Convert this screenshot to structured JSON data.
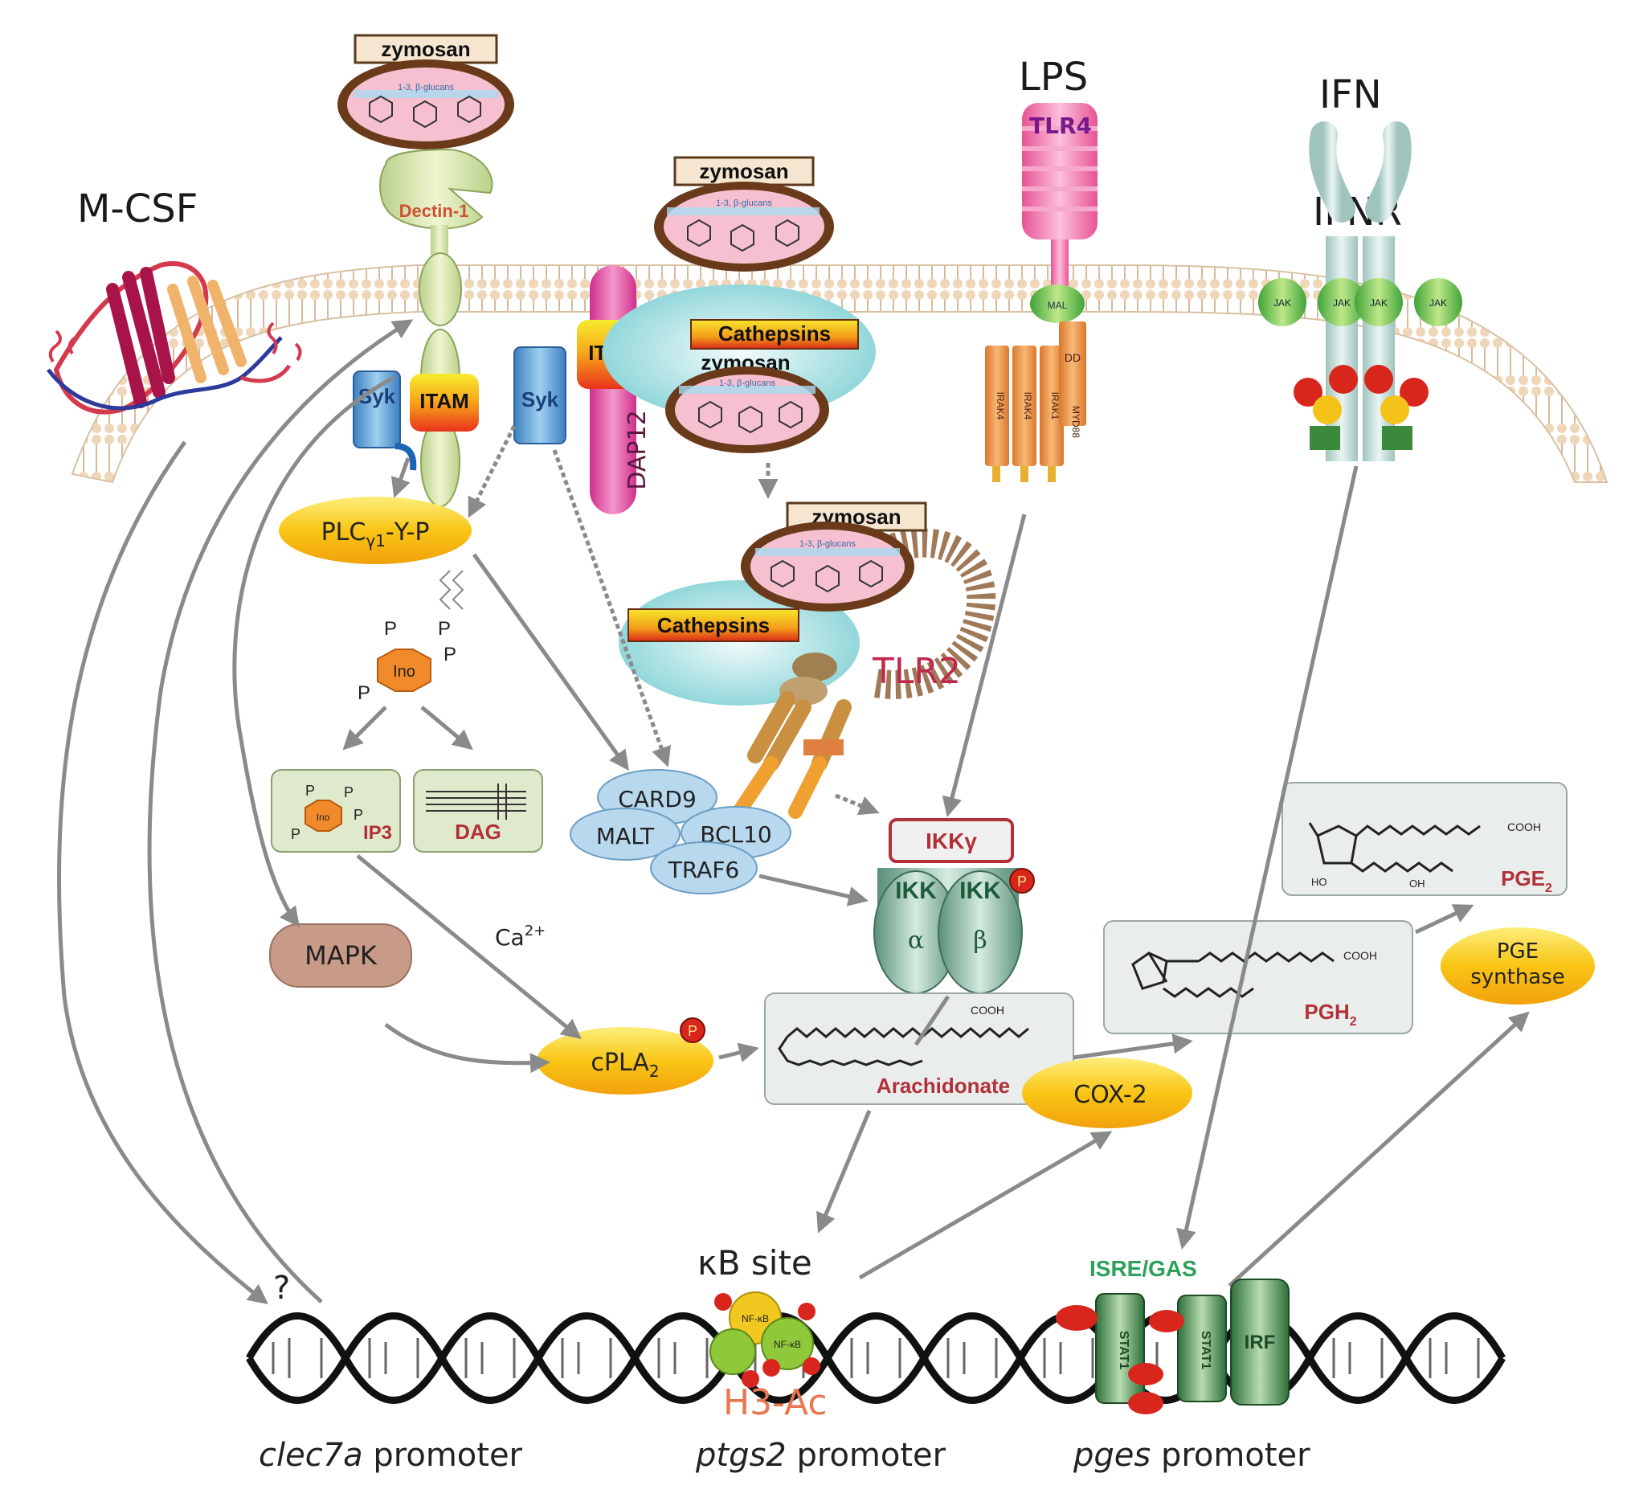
{
  "ligands": {
    "mcsf": "M-CSF",
    "lps": "LPS",
    "ifn": "IFN",
    "zymosan": "zymosan",
    "beta_glucans": "1-3, β-glucans"
  },
  "receptors": {
    "dectin": "Dectin-1",
    "tlr4": "TLR4",
    "ifnr": "IFNR",
    "tlr2": "TLR2",
    "dap12": "DAP12",
    "jak": "JAK",
    "mal": "MAL",
    "dd": "DD",
    "myd88": "MYD88",
    "irak4": "IRAK4",
    "irak1": "IRAK1"
  },
  "adaptors": {
    "itam": "ITAM",
    "syk": "Syk",
    "cathepsins": "Cathepsins",
    "card9": "CARD9",
    "malt": "MALT",
    "bcl10": "BCL10",
    "traf6": "TRAF6"
  },
  "signaling": {
    "plc_main": "PLC",
    "plc_sub": "γ1",
    "plc_suffix": "-Y-P",
    "ino": "Ino",
    "p": "P",
    "ip3": "IP3",
    "dag": "DAG",
    "mapk": "MAPK",
    "ca_main": "Ca",
    "ca_sup": "2+",
    "cpla_main": "cPLA",
    "cpla_sub": "2",
    "ikk_gamma": "IKKγ",
    "ikk_a": "IKK",
    "ikk_a_sub": "α",
    "ikk_b": "IKK",
    "ikk_b_sub": "β"
  },
  "lipids": {
    "arachidonate": "Arachidonate",
    "cox2": "COX-2",
    "pgh_main": "PGH",
    "pgh_sub": "2",
    "pge_main": "PGE",
    "pge_sub": "2",
    "pge_synthase_1": "PGE",
    "pge_synthase_2": "synthase",
    "cooh": "COOH",
    "ho": "HO",
    "oh": "OH"
  },
  "nucleus": {
    "question": "?",
    "kb_site": "κB site",
    "h3ac": "H3-Ac",
    "isre": "ISRE/GAS",
    "stat1": "STAT1",
    "stat1b": "STAT1",
    "irf": "IRF",
    "nfkb_a": "NF-κB",
    "nfkb_b": "NF-κB"
  },
  "promoters": {
    "clec_gene": "clec7a",
    "ptgs_gene": "ptgs2",
    "pges_gene": "pges",
    "word": " promoter"
  },
  "colors": {
    "membrane": "#f2dcc2",
    "arrow": "#8a8a8a",
    "yellow_oval": "#f7c818",
    "ikk_green": "#8fb7a3",
    "tlr4_pink": "#f06aa8"
  }
}
